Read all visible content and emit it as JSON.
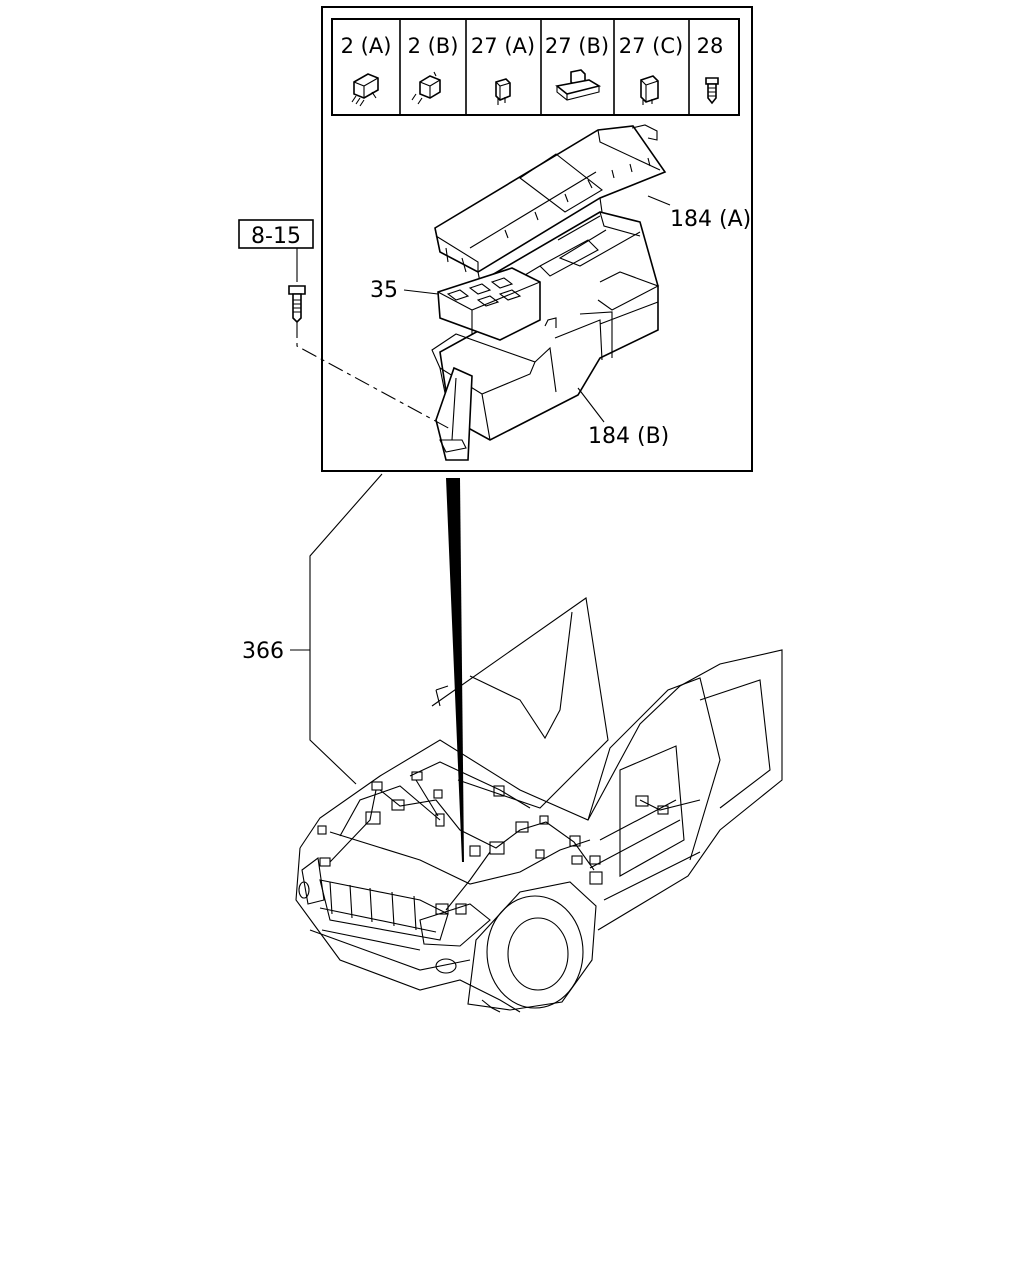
{
  "parts_table": {
    "headers": [
      "2 (A)",
      "2 (B)",
      "27 (A)",
      "27 (B)",
      "27 (C)",
      "28"
    ],
    "icons": [
      "connector-a-icon",
      "connector-b-icon",
      "fuse-a-icon",
      "fuse-b-icon",
      "fuse-c-icon",
      "clip-icon"
    ]
  },
  "callouts": {
    "fuse_box_cover": "184 (A)",
    "fuse_box_base": "184 (B)",
    "relay_block": "35",
    "bolt_ref": "8-15",
    "harness": "366"
  }
}
